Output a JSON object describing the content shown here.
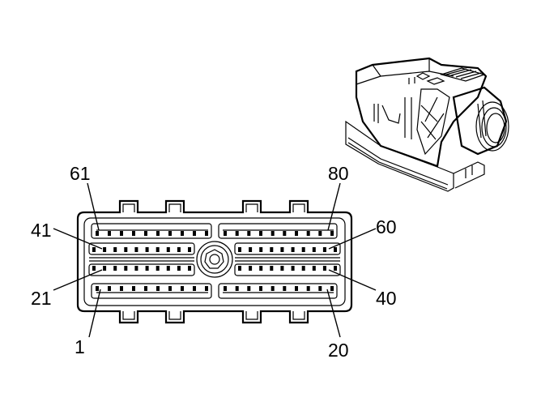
{
  "connector_face": {
    "pin_labels": [
      {
        "id": "pin-61",
        "text": "61"
      },
      {
        "id": "pin-80",
        "text": "80"
      },
      {
        "id": "pin-41",
        "text": "41"
      },
      {
        "id": "pin-60",
        "text": "60"
      },
      {
        "id": "pin-21",
        "text": "21"
      },
      {
        "id": "pin-40",
        "text": "40"
      },
      {
        "id": "pin-1",
        "text": "1"
      },
      {
        "id": "pin-20",
        "text": "20"
      }
    ]
  }
}
